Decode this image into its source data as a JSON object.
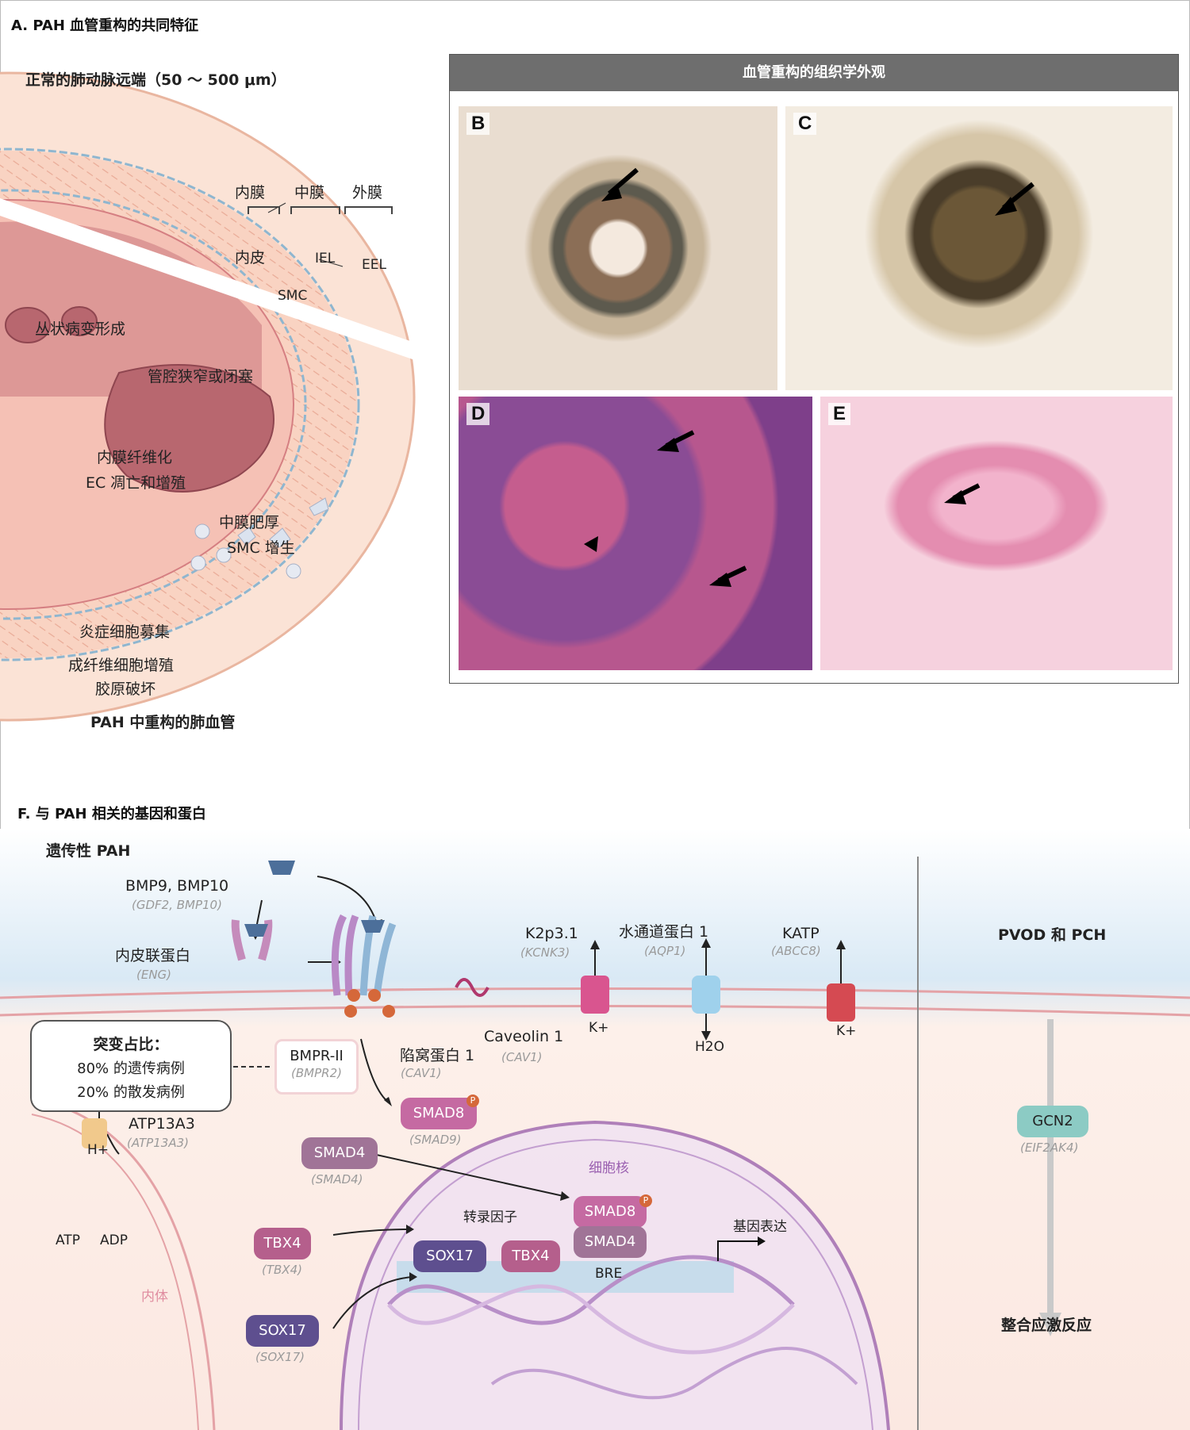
{
  "panelA": {
    "title": "A. PAH 血管重构的共同特征",
    "normal_label": "正常的肺动脉远端（50 ～ 500 μm）",
    "layers": {
      "intima": "内膜",
      "media": "中膜",
      "adventitia": "外膜"
    },
    "endothelium": "内皮",
    "iel": "IEL",
    "eel": "EEL",
    "smc": "SMC",
    "plexiform": "丛状病变形成",
    "lumen": "管腔狭窄或闭塞",
    "intimal_fibrosis": "内膜纤维化",
    "ec_apoptosis": "EC 凋亡和增殖",
    "medial_hypertrophy": "中膜肥厚",
    "smc_proliferation": "SMC 增生",
    "inflammation": "炎症细胞募集",
    "fibroblast": "成纤维细胞增殖",
    "collagen": "胶原破坏",
    "remodeled": "PAH 中重构的肺血管"
  },
  "histology": {
    "header": "血管重构的组织学外观",
    "panels": [
      "B",
      "C",
      "D",
      "E"
    ]
  },
  "panelF": {
    "title": "F. 与 PAH 相关的基因和蛋白",
    "heritable": "遗传性 PAH",
    "bmp_ligands": "BMP9, BMP10",
    "bmp_genes": "(GDF2, BMP10)",
    "endoglin": "内皮联蛋白",
    "endoglin_gene": "(ENG)",
    "bmpr2": "BMPR-II",
    "bmpr2_gene": "(BMPR2)",
    "caveolin_label": "陷窝蛋白 1",
    "caveolin_gene": "(CAV1)",
    "caveolin_en": "Caveolin 1",
    "caveolin_en_gene": "(CAV1)",
    "k2p": "K2p3.1",
    "k2p_gene": "(KCNK3)",
    "aqp": "水通道蛋白 1",
    "aqp_gene": "(AQP1)",
    "katp": "KATP",
    "katp_gene": "(ABCC8)",
    "k_ion": "K+",
    "h2o": "H2O",
    "mutation_title": "突变占比：",
    "mutation_line1": "80% 的遗传病例",
    "mutation_line2": "20% 的散发病例",
    "phospho": "P",
    "smad8": "SMAD8",
    "smad8_gene": "(SMAD9)",
    "smad4": "SMAD4",
    "smad4_gene": "(SMAD4)",
    "atp13a3": "ATP13A3",
    "atp13a3_gene": "(ATP13A3)",
    "h_ion": "H+",
    "atp": "ATP",
    "adp": "ADP",
    "endosome": "内体",
    "nucleus": "细胞核",
    "tf": "转录因子",
    "gene_expression": "基因表达",
    "tbx4": "TBX4",
    "tbx4_gene": "(TBX4)",
    "sox17": "SOX17",
    "sox17_gene": "(SOX17)",
    "bre": "BRE",
    "pvod": "PVOD 和 PCH",
    "gcn2": "GCN2",
    "gcn2_gene": "(EIF2AK4)",
    "isr": "整合应激反应"
  },
  "colors": {
    "smad8": "#c56aa2",
    "smad4": "#a07497",
    "sox17": "#5e4f8f",
    "tbx4": "#b55f8c",
    "gcn2": "#8ccbc4",
    "histo_header": "#6e6e6e"
  }
}
